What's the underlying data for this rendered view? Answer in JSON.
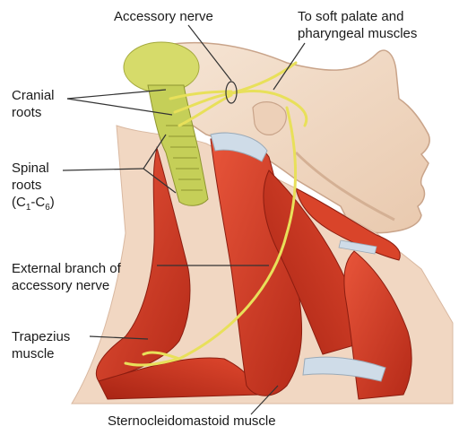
{
  "labels": {
    "accessory_nerve": "Accessory nerve",
    "soft_palate_line1": "To soft palate and",
    "soft_palate_line2": "pharyngeal muscles",
    "cranial_line1": "Cranial",
    "cranial_line2": "roots",
    "spinal_line1": "Spinal",
    "spinal_line2": "roots",
    "spinal_line3_start": "(C",
    "spinal_line3_sub1": "1",
    "spinal_line3_mid": "-C",
    "spinal_line3_sub2": "6",
    "spinal_line3_end": ")",
    "external_line1": "External branch of",
    "external_line2": "accessory nerve",
    "trapezius_line1": "Trapezius",
    "trapezius_line2": "muscle",
    "scm": "Sternocleidomastoid muscle"
  },
  "colors": {
    "skin": "#f2dcc8",
    "muscle": "#d83a22",
    "tendon": "#c8d8e8",
    "nerve": "#e8e05a",
    "brainstem": "#c8d060",
    "leader_line": "#333333"
  }
}
